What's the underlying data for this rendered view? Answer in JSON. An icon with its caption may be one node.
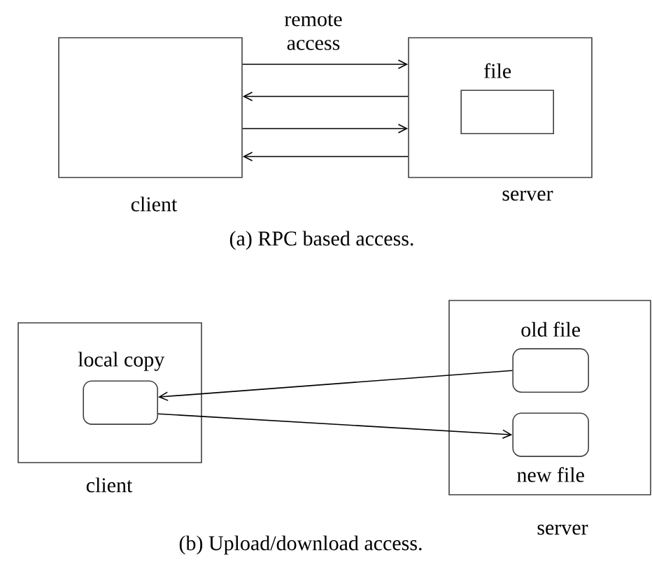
{
  "diagram": {
    "nodes": [
      {
        "text": [
          "client"
        ]
      },
      {
        "text": [
          "server"
        ]
      },
      {
        "text": [
          "file"
        ],
        "in": 1
      },
      {
        "text": [
          "client"
        ]
      },
      {
        "text": [
          "local copy"
        ],
        "in": 3
      },
      {
        "text": [
          "server"
        ]
      },
      {
        "text": [
          "old file"
        ],
        "in": 5
      },
      {
        "text": [
          "new file"
        ],
        "in": 5
      }
    ],
    "edges": [
      {
        "from": 0,
        "to": 1,
        "arrow": "to",
        "label": "remote access"
      },
      {
        "from": 1,
        "to": 0,
        "arrow": "to"
      },
      {
        "from": 0,
        "to": 1,
        "arrow": "to"
      },
      {
        "from": 1,
        "to": 0,
        "arrow": "to"
      },
      {
        "from": 6,
        "to": 4,
        "arrow": "to"
      },
      {
        "from": 4,
        "to": 7,
        "arrow": "to"
      }
    ],
    "labels": [
      "(a) RPC based access.",
      "(b) Upload/download access."
    ]
  }
}
